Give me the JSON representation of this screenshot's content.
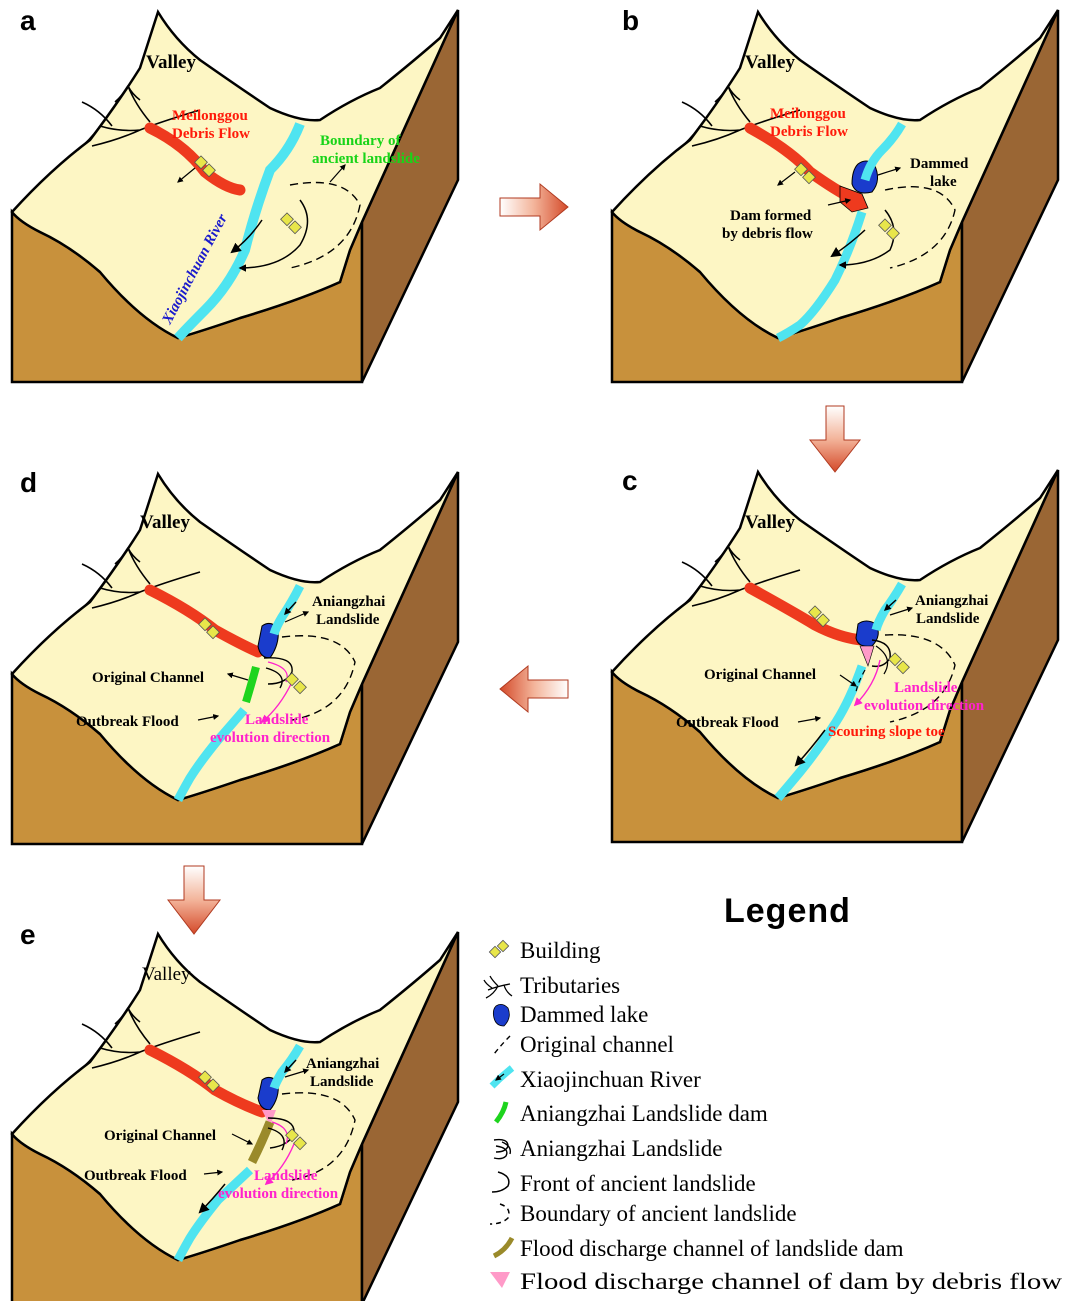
{
  "panels": {
    "a": {
      "letter": "a",
      "valley": "Valley",
      "debris_flow": [
        "Meilonggou",
        "Debris Flow"
      ],
      "boundary": [
        "Boundary of",
        "ancient landslide"
      ],
      "river": "Xiaojinchuan River"
    },
    "b": {
      "letter": "b",
      "valley": "Valley",
      "debris_flow": [
        "Meilonggou",
        "Debris Flow"
      ],
      "dammed_lake": [
        "Dammed",
        "lake"
      ],
      "dam": [
        "Dam formed",
        "by debris flow"
      ]
    },
    "c": {
      "letter": "c",
      "valley": "Valley",
      "landslide": [
        "Aniangzhai",
        "Landslide"
      ],
      "original_channel": "Original Channel",
      "evolution": [
        "Landslide",
        "evolution direction"
      ],
      "outbreak": "Outbreak Flood",
      "scouring": "Scouring slope toe"
    },
    "d": {
      "letter": "d",
      "valley": "Valley",
      "landslide": [
        "Aniangzhai",
        "Landslide"
      ],
      "original_channel": "Original Channel",
      "outbreak": "Outbreak Flood",
      "evolution": [
        "Landslide",
        "evolution direction"
      ]
    },
    "e": {
      "letter": "e",
      "valley": "Valley",
      "landslide": [
        "Aniangzhai",
        "Landslide"
      ],
      "original_channel": "Original Channel",
      "outbreak": "Outbreak Flood",
      "evolution": [
        "Landslide",
        "evolution direction"
      ]
    }
  },
  "legend": {
    "title": "Legend",
    "items": [
      {
        "icon": "building-icon",
        "label": "Building"
      },
      {
        "icon": "tributaries-icon",
        "label": "Tributaries"
      },
      {
        "icon": "dammed-lake-icon",
        "label": "Dammed lake"
      },
      {
        "icon": "original-channel-icon",
        "label": "Original channel"
      },
      {
        "icon": "river-icon",
        "label": "Xiaojinchuan River"
      },
      {
        "icon": "landslide-dam-icon",
        "label": "Aniangzhai Landslide dam"
      },
      {
        "icon": "landslide-icon",
        "label": "Aniangzhai Landslide"
      },
      {
        "icon": "front-ancient-landslide-icon",
        "label": "Front of ancient landslide"
      },
      {
        "icon": "boundary-ancient-landslide-icon",
        "label": "Boundary of ancient landslide"
      },
      {
        "icon": "flood-channel-landslide-dam-icon",
        "label": "Flood discharge channel of landslide dam"
      },
      {
        "icon": "flood-channel-debris-dam-icon",
        "label": "Flood discharge channel of dam by debris flow"
      }
    ]
  },
  "colors": {
    "surface": "#fdf6c4",
    "soil_front": "#c8913c",
    "soil_side": "#9a6634",
    "river": "#4fe4f0",
    "debris": "#ee3a1e",
    "lake": "#1a3ccc",
    "dam_green": "#1ed41e",
    "building": "#e8e64a",
    "flood_olive": "#9a8a2a",
    "pink": "#ff9ac8",
    "arrow": "#d8553a"
  }
}
